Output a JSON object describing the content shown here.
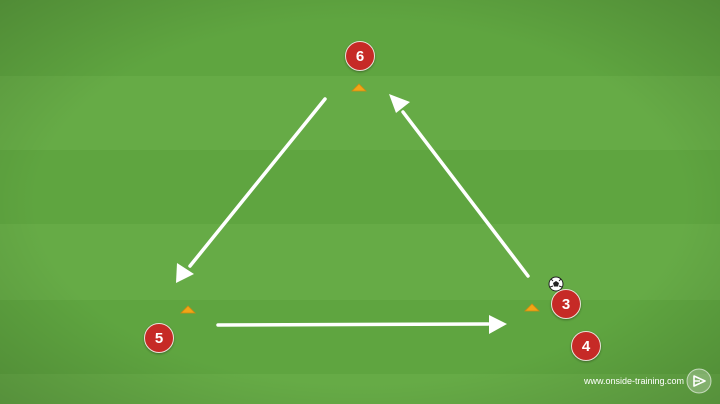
{
  "players": [
    {
      "id": "6",
      "label": "6"
    },
    {
      "id": "5",
      "label": "5"
    },
    {
      "id": "3",
      "label": "3"
    },
    {
      "id": "4",
      "label": "4"
    }
  ],
  "cones": [
    {
      "id": "cone-top",
      "color": "#f2a516"
    },
    {
      "id": "cone-left",
      "color": "#f2a516"
    },
    {
      "id": "cone-right",
      "color": "#f2a516"
    }
  ],
  "ball": {
    "icon": "soccer-ball-icon"
  },
  "passes": [
    {
      "from": "top",
      "to": "left"
    },
    {
      "from": "left",
      "to": "right"
    },
    {
      "from": "right",
      "to": "top"
    }
  ],
  "watermark": {
    "text": "www.onside-training.com",
    "icon": "onside-logo-icon"
  },
  "colors": {
    "pitch_light": "#66ab46",
    "pitch_dark": "#5c9f3e",
    "player_fill": "#c62a26",
    "arrow": "#ffffff"
  }
}
